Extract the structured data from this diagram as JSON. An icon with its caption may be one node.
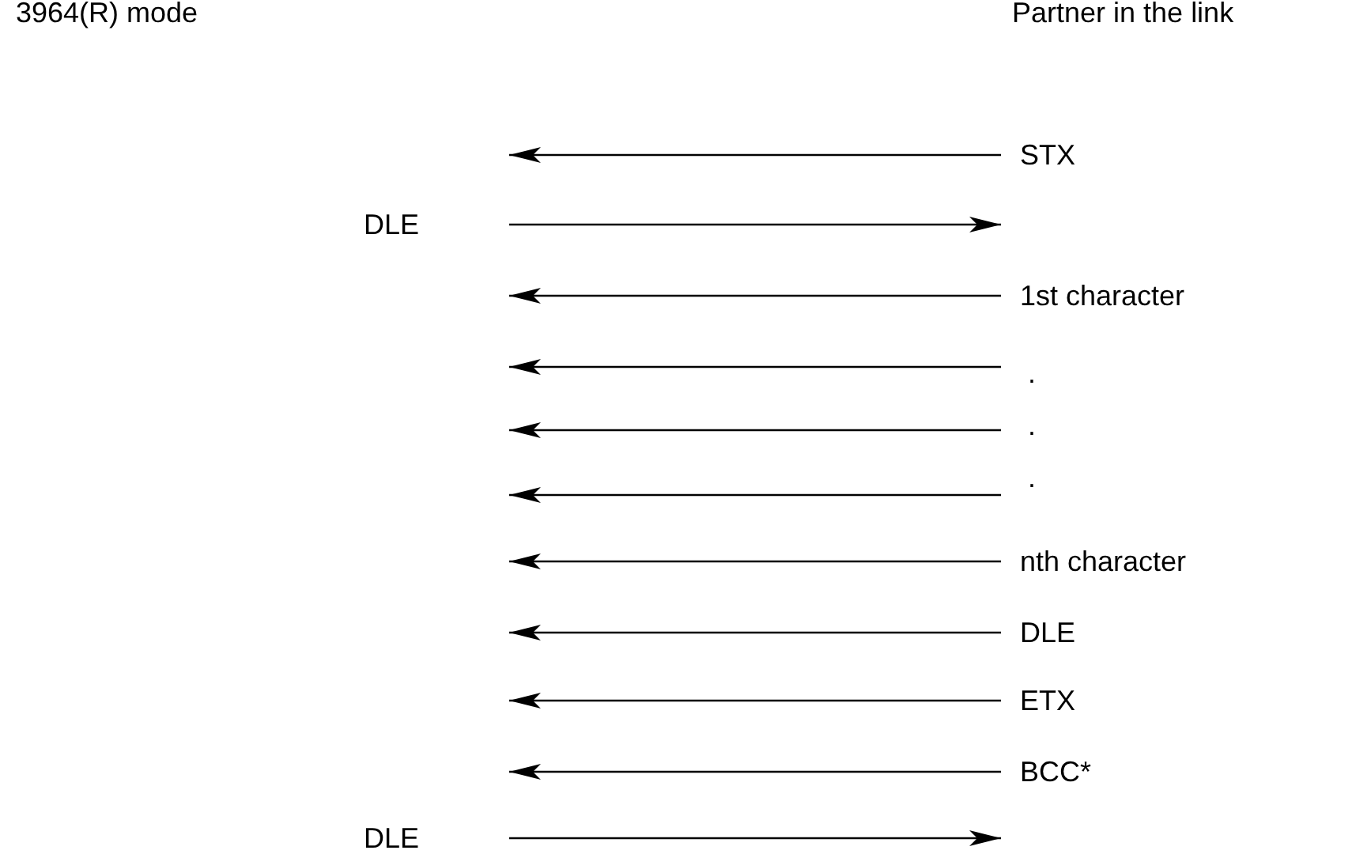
{
  "diagram": {
    "nodes": [
      {
        "text": [
          "STX"
        ]
      },
      {
        "text": [
          "DLE"
        ]
      },
      {
        "text": [
          "1st character"
        ]
      },
      {
        "text": [
          "."
        ]
      },
      {
        "text": [
          "."
        ]
      },
      {
        "text": [
          "."
        ]
      },
      {
        "text": [
          "nth character"
        ]
      },
      {
        "text": [
          "DLE"
        ]
      },
      {
        "text": [
          "ETX"
        ]
      },
      {
        "text": [
          "BCC*"
        ]
      },
      {
        "text": [
          "DLE"
        ]
      }
    ],
    "edges": [
      {
        "from": 0,
        "to": null,
        "arrow": "to"
      },
      {
        "from": 1,
        "to": null,
        "arrow": "to"
      },
      {
        "from": 2,
        "to": null,
        "arrow": "to"
      },
      {
        "from": 3,
        "to": null,
        "arrow": "to"
      },
      {
        "from": 4,
        "to": null,
        "arrow": "to"
      },
      {
        "from": 5,
        "to": null,
        "arrow": "to"
      },
      {
        "from": 6,
        "to": null,
        "arrow": "to"
      },
      {
        "from": 7,
        "to": null,
        "arrow": "to"
      },
      {
        "from": 8,
        "to": null,
        "arrow": "to"
      },
      {
        "from": 9,
        "to": null,
        "arrow": "to"
      },
      {
        "from": 10,
        "to": null,
        "arrow": "to"
      }
    ],
    "labels": [
      "3964(R) mode",
      "Partner in the link"
    ]
  }
}
